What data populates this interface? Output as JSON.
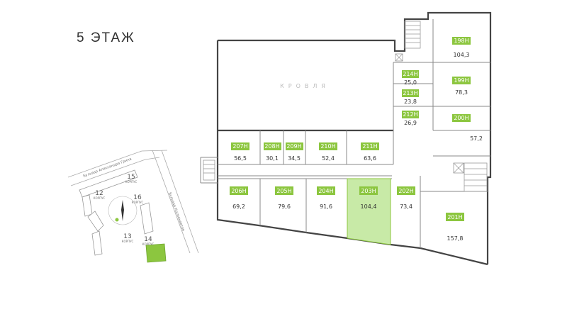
{
  "floor_title": "5 ЭТАЖ",
  "roof_label": "КРОВЛЯ",
  "accent_color": "#8cc63f",
  "selected_color": "#c8eaa7",
  "units": {
    "u198": {
      "label": "198Н",
      "area": "104,3"
    },
    "u199": {
      "label": "199Н",
      "area": "78,3"
    },
    "u200": {
      "label": "200Н",
      "area": "57,2"
    },
    "u201": {
      "label": "201Н",
      "area": "157,8"
    },
    "u202": {
      "label": "202Н",
      "area": "73,4"
    },
    "u203": {
      "label": "203Н",
      "area": "104,4",
      "selected": true
    },
    "u204": {
      "label": "204Н",
      "area": "91,6"
    },
    "u205": {
      "label": "205Н",
      "area": "79,6"
    },
    "u206": {
      "label": "206Н",
      "area": "69,2"
    },
    "u207": {
      "label": "207Н",
      "area": "56,5"
    },
    "u208": {
      "label": "208Н",
      "area": "30,1"
    },
    "u209": {
      "label": "209Н",
      "area": "34,5"
    },
    "u210": {
      "label": "210Н",
      "area": "52,4"
    },
    "u211": {
      "label": "211Н",
      "area": "63,6"
    },
    "u212": {
      "label": "212Н",
      "area": "26,9"
    },
    "u213": {
      "label": "213Н",
      "area": "23,8"
    },
    "u214": {
      "label": "214Н",
      "area": "25,0"
    }
  },
  "site_map": {
    "buildings": {
      "b12": "12",
      "b13": "13",
      "b14": "14",
      "b15": "15",
      "b16": "16"
    },
    "building_caption": "КОРПУС",
    "streets": {
      "top": "Бульвар Александра Грина",
      "right": "Бульвар Космонавтов"
    },
    "highlighted_building": "14"
  }
}
